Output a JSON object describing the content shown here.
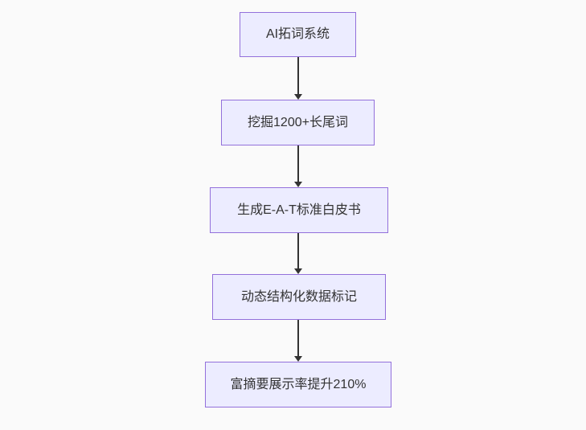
{
  "diagram": {
    "type": "flowchart",
    "direction": "top-down",
    "nodes": [
      {
        "id": "n1",
        "label": "AI拓词系统"
      },
      {
        "id": "n2",
        "label": "挖掘1200+长尾词"
      },
      {
        "id": "n3",
        "label": "生成E-A-T标准白皮书"
      },
      {
        "id": "n4",
        "label": "动态结构化数据标记"
      },
      {
        "id": "n5",
        "label": "富摘要展示率提升210%"
      }
    ],
    "edges": [
      {
        "from": "n1",
        "to": "n2",
        "arrow": "down"
      },
      {
        "from": "n2",
        "to": "n3",
        "arrow": "down"
      },
      {
        "from": "n3",
        "to": "n4",
        "arrow": "down"
      },
      {
        "from": "n4",
        "to": "n5",
        "arrow": "down"
      }
    ],
    "colors": {
      "canvas_bg": "#fafafa",
      "node_fill": "#ECECFF",
      "node_border": "#9370DB",
      "edge": "#333333",
      "text": "#333333"
    }
  }
}
